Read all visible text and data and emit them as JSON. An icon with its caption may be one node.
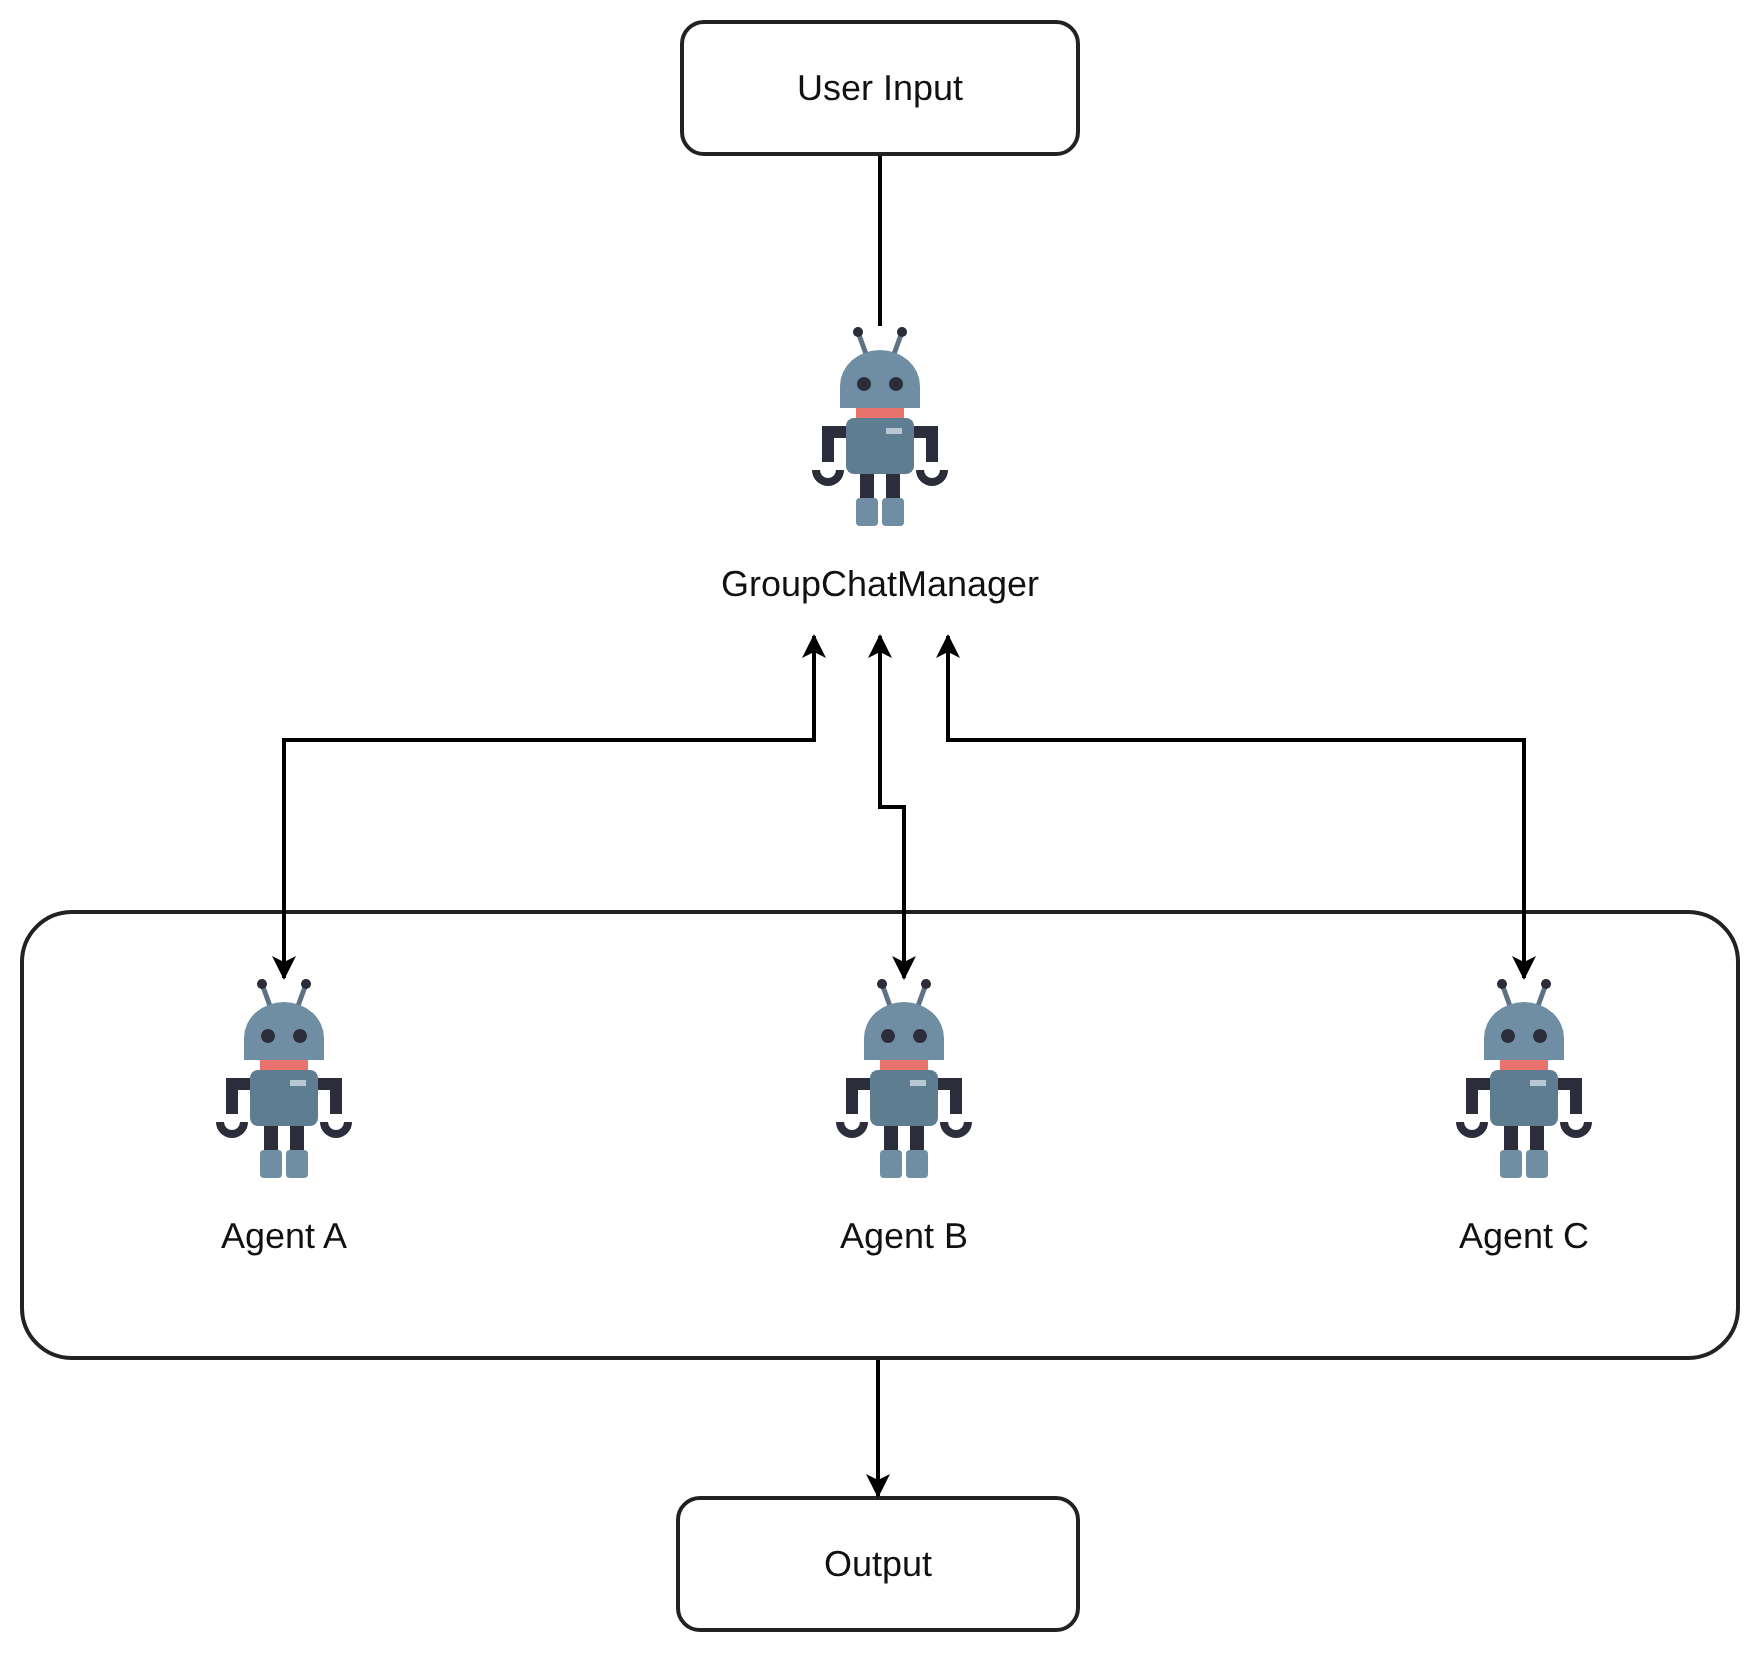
{
  "diagram": {
    "nodes": [
      {
        "text": [
          "User Input"
        ]
      },
      {
        "text": [
          "GroupChatManager"
        ]
      },
      {
        "text": [],
        "shape": "box"
      },
      {
        "text": [
          "Agent A"
        ],
        "in": 2
      },
      {
        "text": [
          "Agent B"
        ],
        "in": 2
      },
      {
        "text": [
          "Agent C"
        ],
        "in": 2
      },
      {
        "text": [
          "Output"
        ]
      }
    ],
    "edges": [
      {
        "from": 0,
        "to": 1,
        "arrow": "none"
      },
      {
        "from": 1,
        "to": 3,
        "arrow": "both"
      },
      {
        "from": 1,
        "to": 4,
        "arrow": "both"
      },
      {
        "from": 1,
        "to": 5,
        "arrow": "both"
      },
      {
        "from": 2,
        "to": 6,
        "arrow": "to"
      }
    ]
  }
}
